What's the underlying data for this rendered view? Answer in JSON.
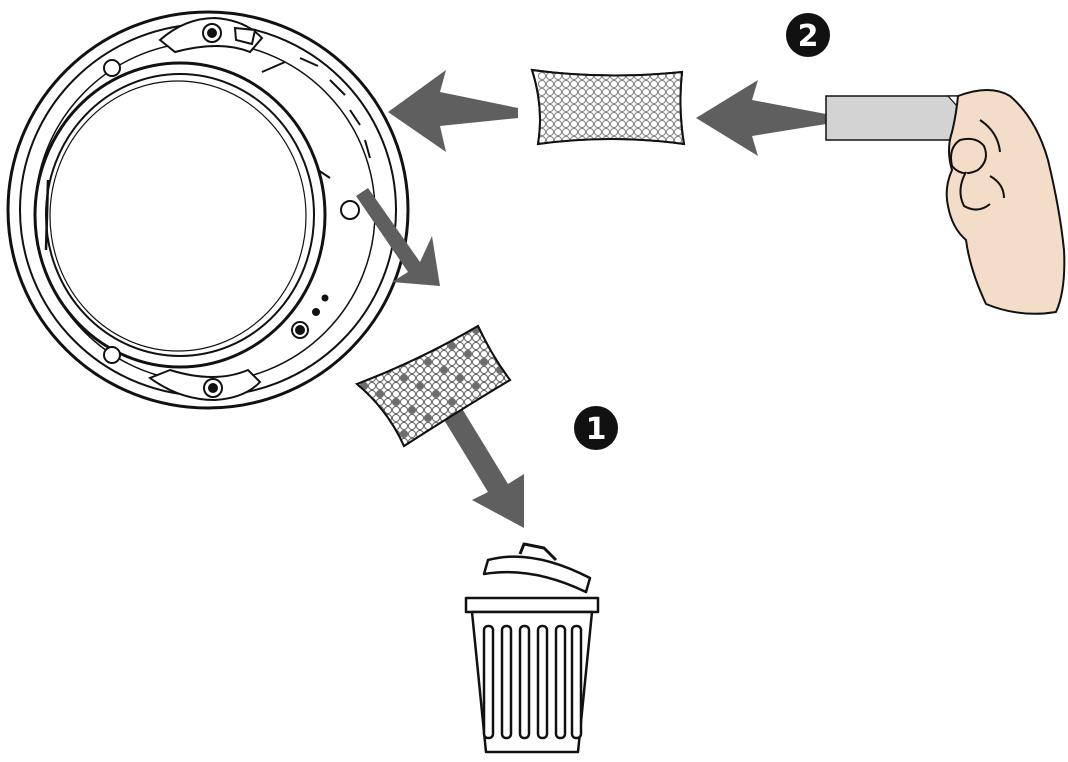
{
  "steps": [
    {
      "number": "1",
      "action": "remove-used-desiccant-pack-and-discard"
    },
    {
      "number": "2",
      "action": "peel-and-insert-new-desiccant-pack"
    }
  ],
  "colors": {
    "ink": "#111111",
    "arrow": "#5f5f5f",
    "bead": "#8a8a8a",
    "bead_old": "#6e6e6e",
    "strip": "#d3d3d3",
    "skin": "#f3dcc8",
    "background": "#ffffff"
  },
  "icons": [
    "dome-camera-ring-icon",
    "desiccant-pack-icon",
    "trash-can-icon",
    "hand-icon",
    "arrow-icon"
  ]
}
